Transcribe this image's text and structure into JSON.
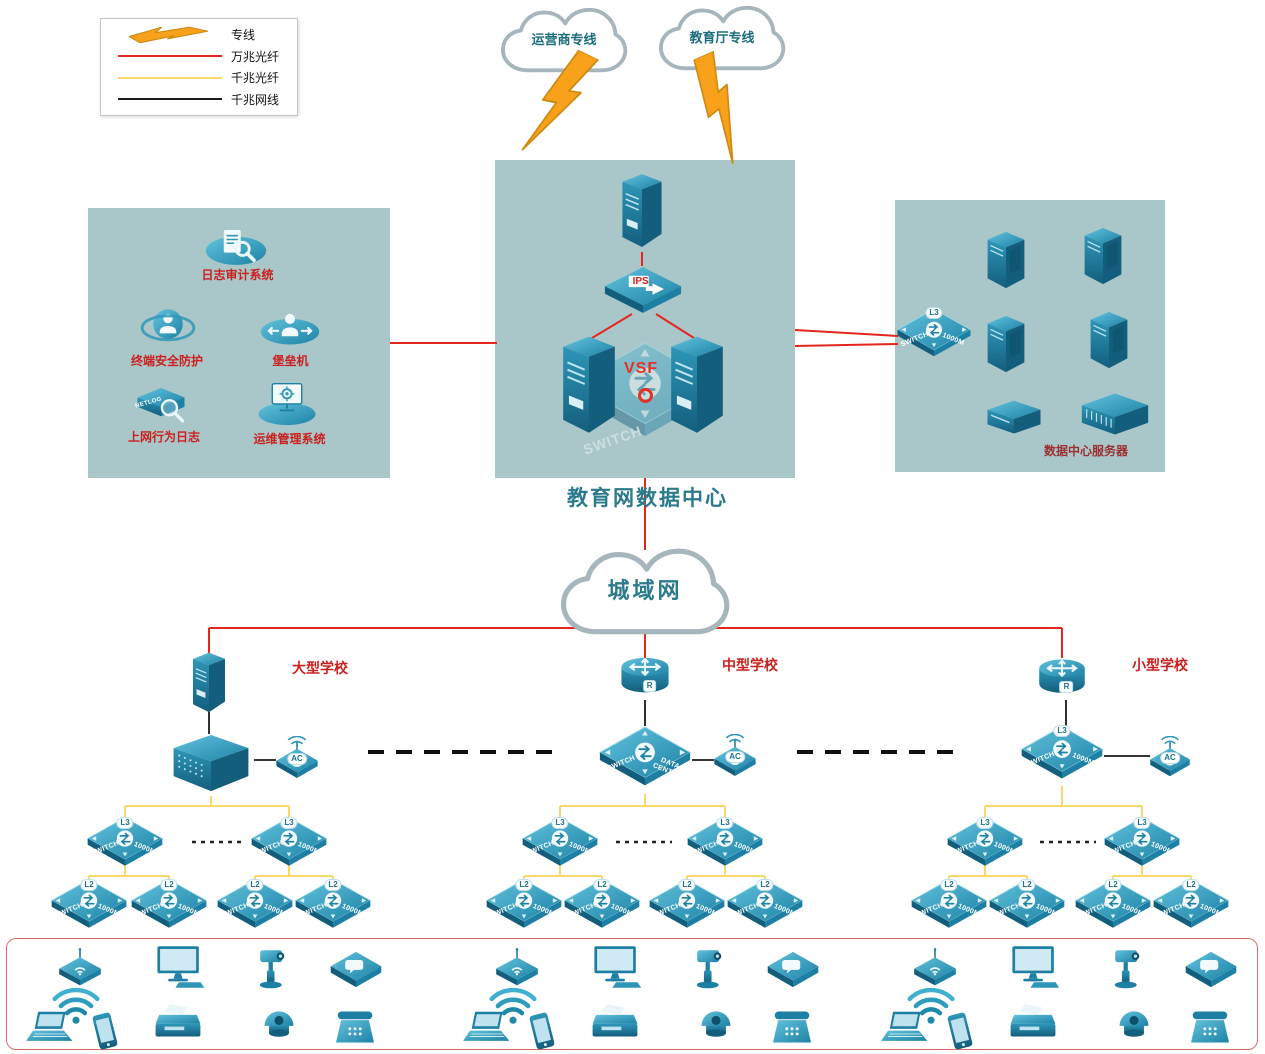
{
  "legend": {
    "items": [
      {
        "label": "专线",
        "style": "lightning"
      },
      {
        "label": "万兆光纤",
        "style": "red-line"
      },
      {
        "label": "千兆光纤",
        "style": "yellow-line"
      },
      {
        "label": "千兆网线",
        "style": "black-line"
      }
    ]
  },
  "clouds": {
    "isp": "运营商专线",
    "edu": "教育厅专线",
    "man": "城域网"
  },
  "data_center": {
    "title": "教育网数据中心",
    "vsf": "VSF",
    "ips": "IPS",
    "ghost_switch": "SWITCH"
  },
  "security_zone": {
    "log_audit": "日志审计系统",
    "endpoint_protection": "终端安全防护",
    "bastion": "堡垒机",
    "netlog_tag": "NETLOG",
    "net_behavior_log": "上网行为日志",
    "ops_mgmt": "运维管理系统"
  },
  "server_zone": {
    "title": "数据中心服务器"
  },
  "schools": {
    "large": "大型学校",
    "medium": "中型学校",
    "small": "小型学校"
  },
  "labels": {
    "switch": "SWITCH",
    "m1000": "1000M",
    "l3": "L3",
    "l2": "L2",
    "ac": "AC",
    "r": "R",
    "data_center_face": "DATA CENTER"
  },
  "colors": {
    "dedicated_line": "#f7a21a",
    "fiber_10g": "#e4261f",
    "fiber_1g": "#fbd66a",
    "copper_1g": "#1a1a1a",
    "panel_bg": "#a9c7c8",
    "device_teal": "#2187ab",
    "title_text": "#2b7b8c",
    "label_red": "#cc2020"
  }
}
